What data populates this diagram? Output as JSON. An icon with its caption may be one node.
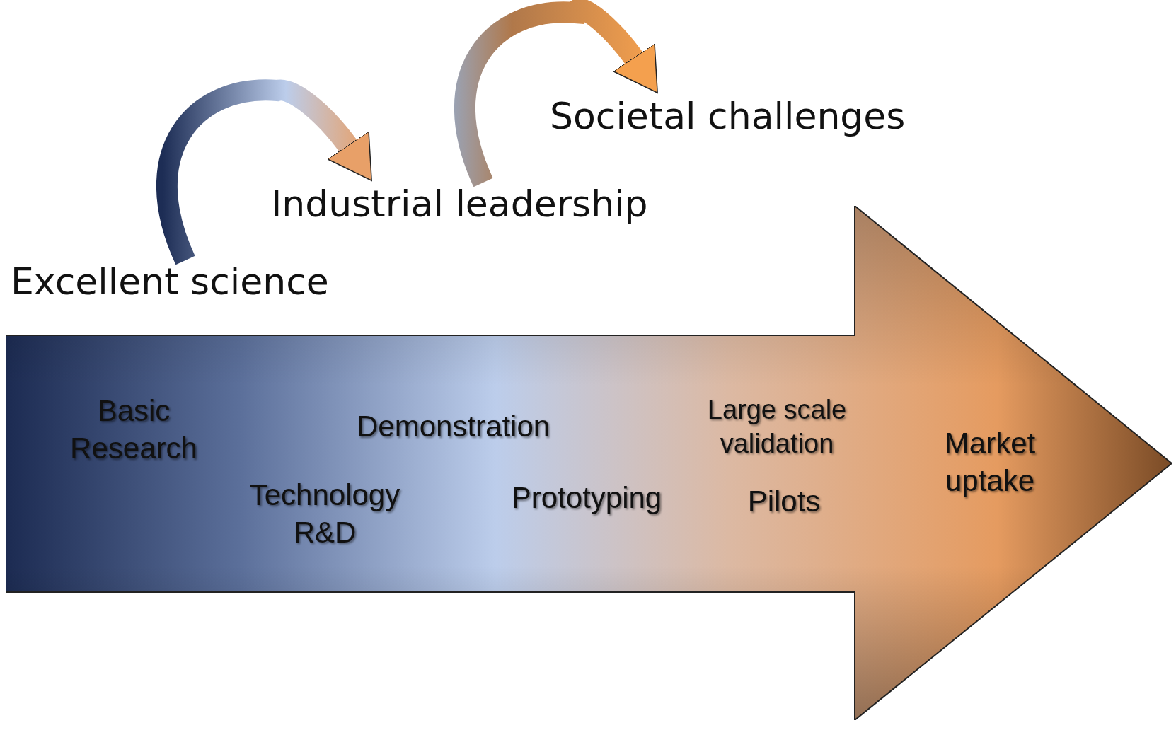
{
  "diagram": {
    "nodes": [
      {
        "text": [
          "Excellent science"
        ]
      },
      {
        "text": [
          "Industrial leadership"
        ]
      },
      {
        "text": [
          "Societal challenges"
        ]
      },
      {
        "text": [
          "Basic Research",
          "Demonstration",
          "Technology R&D",
          "Prototyping",
          "Large scale validation",
          "Pilots",
          "Market uptake"
        ]
      }
    ],
    "edges": [
      {
        "from": 0,
        "to": 1,
        "arrow": "to"
      },
      {
        "from": 1,
        "to": 2,
        "arrow": "to"
      }
    ]
  }
}
